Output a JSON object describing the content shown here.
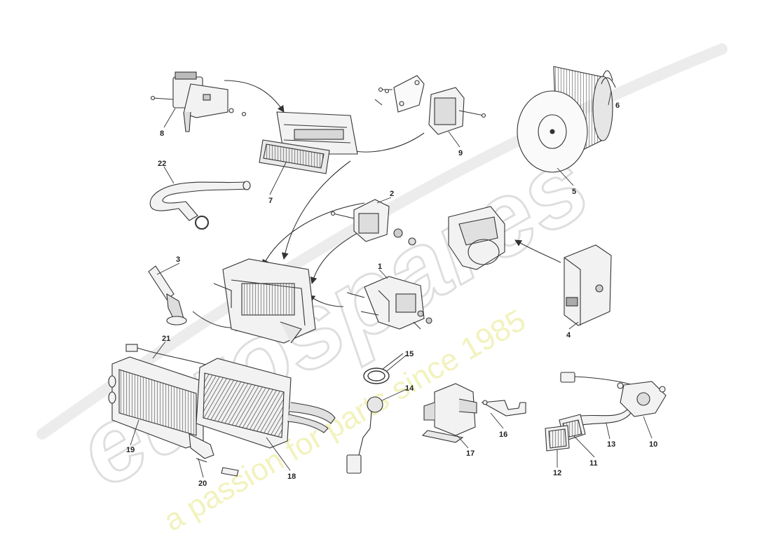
{
  "watermark": {
    "brand": "eurospares",
    "tagline": "a passion for parts since 1985",
    "brand_color": "#d9d9d9",
    "tagline_color": "#ecec9a"
  },
  "colors": {
    "line": "#333333",
    "part_fill": "#f2f2f2",
    "part_shade": "#bdbdbd"
  },
  "parts": [
    {
      "callout": "1",
      "name": "bracket"
    },
    {
      "callout": "2",
      "name": "actuator-small"
    },
    {
      "callout": "3",
      "name": "drain-tube"
    },
    {
      "callout": "4",
      "name": "actuator-motor"
    },
    {
      "callout": "5",
      "name": "blower-motor"
    },
    {
      "callout": "6",
      "name": "blower-wire"
    },
    {
      "callout": "7",
      "name": "vent-housing"
    },
    {
      "callout": "8",
      "name": "actuator-with-bracket"
    },
    {
      "callout": "9",
      "name": "actuator-top"
    },
    {
      "callout": "10",
      "name": "sensor-harness"
    },
    {
      "callout": "11",
      "name": "sensor-grille"
    },
    {
      "callout": "12",
      "name": "grille"
    },
    {
      "callout": "13",
      "name": "aspirator-hose"
    },
    {
      "callout": "14",
      "name": "temperature-sensor"
    },
    {
      "callout": "15",
      "name": "seal-ring"
    },
    {
      "callout": "16",
      "name": "mounting-bracket"
    },
    {
      "callout": "17",
      "name": "valve"
    },
    {
      "callout": "18",
      "name": "evaporator"
    },
    {
      "callout": "19",
      "name": "heater-matrix"
    },
    {
      "callout": "20",
      "name": "clip-and-screw"
    },
    {
      "callout": "21",
      "name": "harness"
    },
    {
      "callout": "22",
      "name": "drain-hose"
    }
  ]
}
